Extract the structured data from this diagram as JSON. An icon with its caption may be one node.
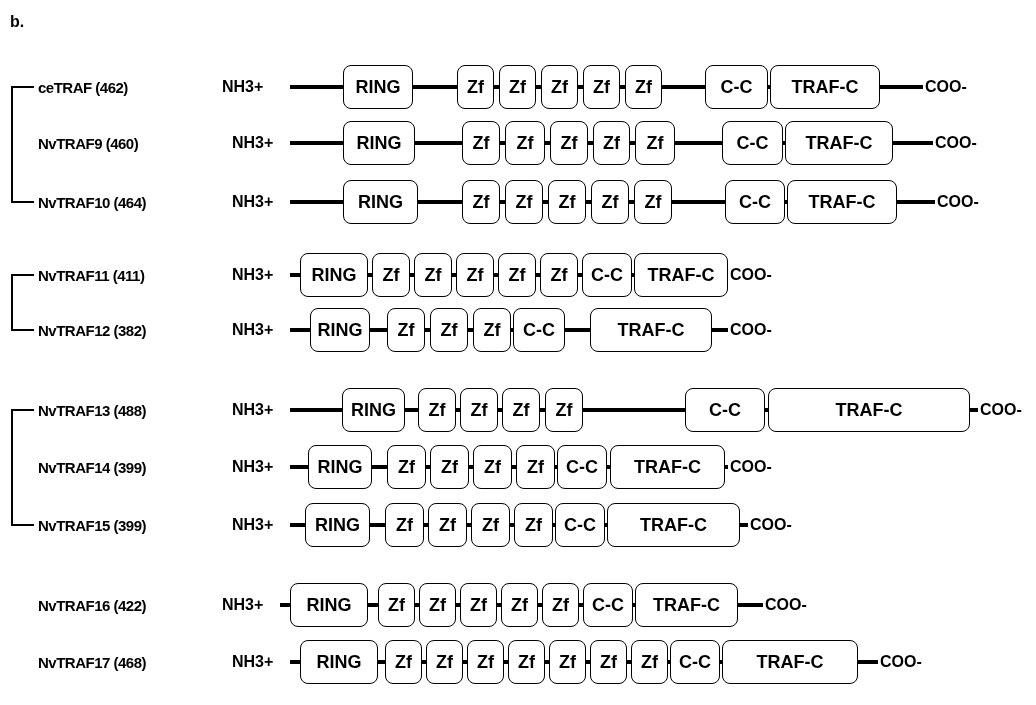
{
  "diagram": {
    "nodes": [
      {
        "text": [
          "RING"
        ]
      },
      {
        "text": [
          "Zf"
        ]
      },
      {
        "text": [
          "Zf"
        ]
      },
      {
        "text": [
          "Zf"
        ]
      },
      {
        "text": [
          "Zf"
        ]
      },
      {
        "text": [
          "Zf"
        ]
      },
      {
        "text": [
          "C-C"
        ]
      },
      {
        "text": [
          "TRAF-C"
        ]
      },
      {
        "text": [
          "RING"
        ]
      },
      {
        "text": [
          "Zf"
        ]
      },
      {
        "text": [
          "Zf"
        ]
      },
      {
        "text": [
          "Zf"
        ]
      },
      {
        "text": [
          "Zf"
        ]
      },
      {
        "text": [
          "Zf"
        ]
      },
      {
        "text": [
          "C-C"
        ]
      },
      {
        "text": [
          "TRAF-C"
        ]
      },
      {
        "text": [
          "RING"
        ]
      },
      {
        "text": [
          "Zf"
        ]
      },
      {
        "text": [
          "Zf"
        ]
      },
      {
        "text": [
          "Zf"
        ]
      },
      {
        "text": [
          "Zf"
        ]
      },
      {
        "text": [
          "Zf"
        ]
      },
      {
        "text": [
          "C-C"
        ]
      },
      {
        "text": [
          "TRAF-C"
        ]
      },
      {
        "text": [
          "RING"
        ]
      },
      {
        "text": [
          "Zf"
        ]
      },
      {
        "text": [
          "Zf"
        ]
      },
      {
        "text": [
          "Zf"
        ]
      },
      {
        "text": [
          "Zf"
        ]
      },
      {
        "text": [
          "Zf"
        ]
      },
      {
        "text": [
          "C-C"
        ]
      },
      {
        "text": [
          "TRAF-C"
        ]
      },
      {
        "text": [
          "RING"
        ]
      },
      {
        "text": [
          "Zf"
        ]
      },
      {
        "text": [
          "Zf"
        ]
      },
      {
        "text": [
          "Zf"
        ]
      },
      {
        "text": [
          "C-C"
        ]
      },
      {
        "text": [
          "TRAF-C"
        ]
      },
      {
        "text": [
          "RING"
        ]
      },
      {
        "text": [
          "Zf"
        ]
      },
      {
        "text": [
          "Zf"
        ]
      },
      {
        "text": [
          "Zf"
        ]
      },
      {
        "text": [
          "Zf"
        ]
      },
      {
        "text": [
          "C-C"
        ]
      },
      {
        "text": [
          "TRAF-C"
        ]
      },
      {
        "text": [
          "RING"
        ]
      },
      {
        "text": [
          "Zf"
        ]
      },
      {
        "text": [
          "Zf"
        ]
      },
      {
        "text": [
          "Zf"
        ]
      },
      {
        "text": [
          "Zf"
        ]
      },
      {
        "text": [
          "C-C"
        ]
      },
      {
        "text": [
          "TRAF-C"
        ]
      },
      {
        "text": [
          "RING"
        ]
      },
      {
        "text": [
          "Zf"
        ]
      },
      {
        "text": [
          "Zf"
        ]
      },
      {
        "text": [
          "Zf"
        ]
      },
      {
        "text": [
          "Zf"
        ]
      },
      {
        "text": [
          "C-C"
        ]
      },
      {
        "text": [
          "TRAF-C"
        ]
      },
      {
        "text": [
          "RING"
        ]
      },
      {
        "text": [
          "Zf"
        ]
      },
      {
        "text": [
          "Zf"
        ]
      },
      {
        "text": [
          "Zf"
        ]
      },
      {
        "text": [
          "Zf"
        ]
      },
      {
        "text": [
          "Zf"
        ]
      },
      {
        "text": [
          "C-C"
        ]
      },
      {
        "text": [
          "TRAF-C"
        ]
      },
      {
        "text": [
          "RING"
        ]
      },
      {
        "text": [
          "Zf"
        ]
      },
      {
        "text": [
          "Zf"
        ]
      },
      {
        "text": [
          "Zf"
        ]
      },
      {
        "text": [
          "Zf"
        ]
      },
      {
        "text": [
          "Zf"
        ]
      },
      {
        "text": [
          "Zf"
        ]
      },
      {
        "text": [
          "Zf"
        ]
      },
      {
        "text": [
          "C-C"
        ]
      },
      {
        "text": [
          "TRAF-C"
        ]
      }
    ],
    "labels": [
      "b.",
      "ceTRAF (462)",
      "NH3+",
      "COO-",
      "NvTRAF9 (460)",
      "NH3+",
      "COO-",
      "NvTRAF10 (464)",
      "NH3+",
      "COO-",
      "NvTRAF11 (411)",
      "NH3+",
      "COO-",
      "NvTRAF12 (382)",
      "NH3+",
      "COO-",
      "NvTRAF13 (488)",
      "NH3+",
      "COO-",
      "NvTRAF14 (399)",
      "NH3+",
      "COO-",
      "NvTRAF15 (399)",
      "NH3+",
      "COO-",
      "NvTRAF16 (422)",
      "NH3+",
      "COO-",
      "NvTRAF17 (468)",
      "NH3+",
      "COO-"
    ]
  }
}
